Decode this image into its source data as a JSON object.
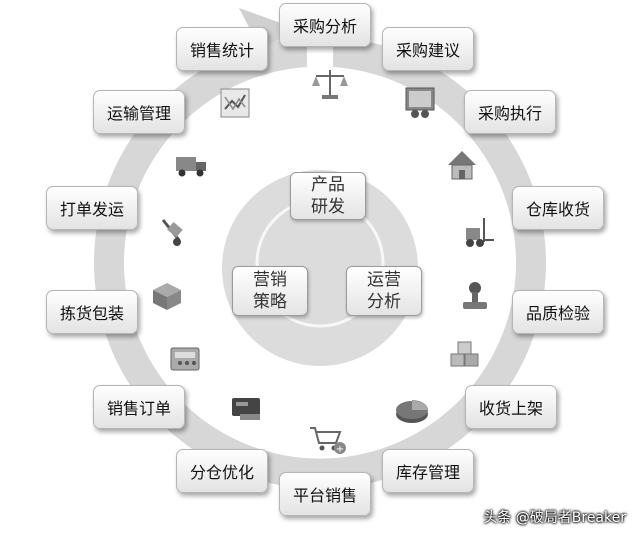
{
  "center": {
    "top": [
      "产品",
      "研发"
    ],
    "left": [
      "营销",
      "策略"
    ],
    "right": [
      "运营",
      "分析"
    ]
  },
  "steps": [
    "采购分析",
    "采购建议",
    "采购执行",
    "仓库收货",
    "品质检验",
    "收货上架",
    "库存管理",
    "平台销售",
    "分仓优化",
    "销售订单",
    "拣货包装",
    "打单发运",
    "运输管理",
    "销售统计"
  ],
  "icons": [
    "balance-scale-icon",
    "people-board-icon",
    "house-icon",
    "forklift-icon",
    "stamp-icon",
    "boxes-icon",
    "pie-chart-icon",
    "shopping-cart-icon",
    "card-reader-icon",
    "pos-terminal-icon",
    "package-box-icon",
    "hand-truck-icon",
    "delivery-truck-icon",
    "line-chart-icon"
  ],
  "colors": {
    "ring": "#d7d7d7",
    "inner_disc": "#dcdcdc",
    "box_border": "#b5b5b5"
  },
  "watermark": "头条 @破局者Breaker"
}
